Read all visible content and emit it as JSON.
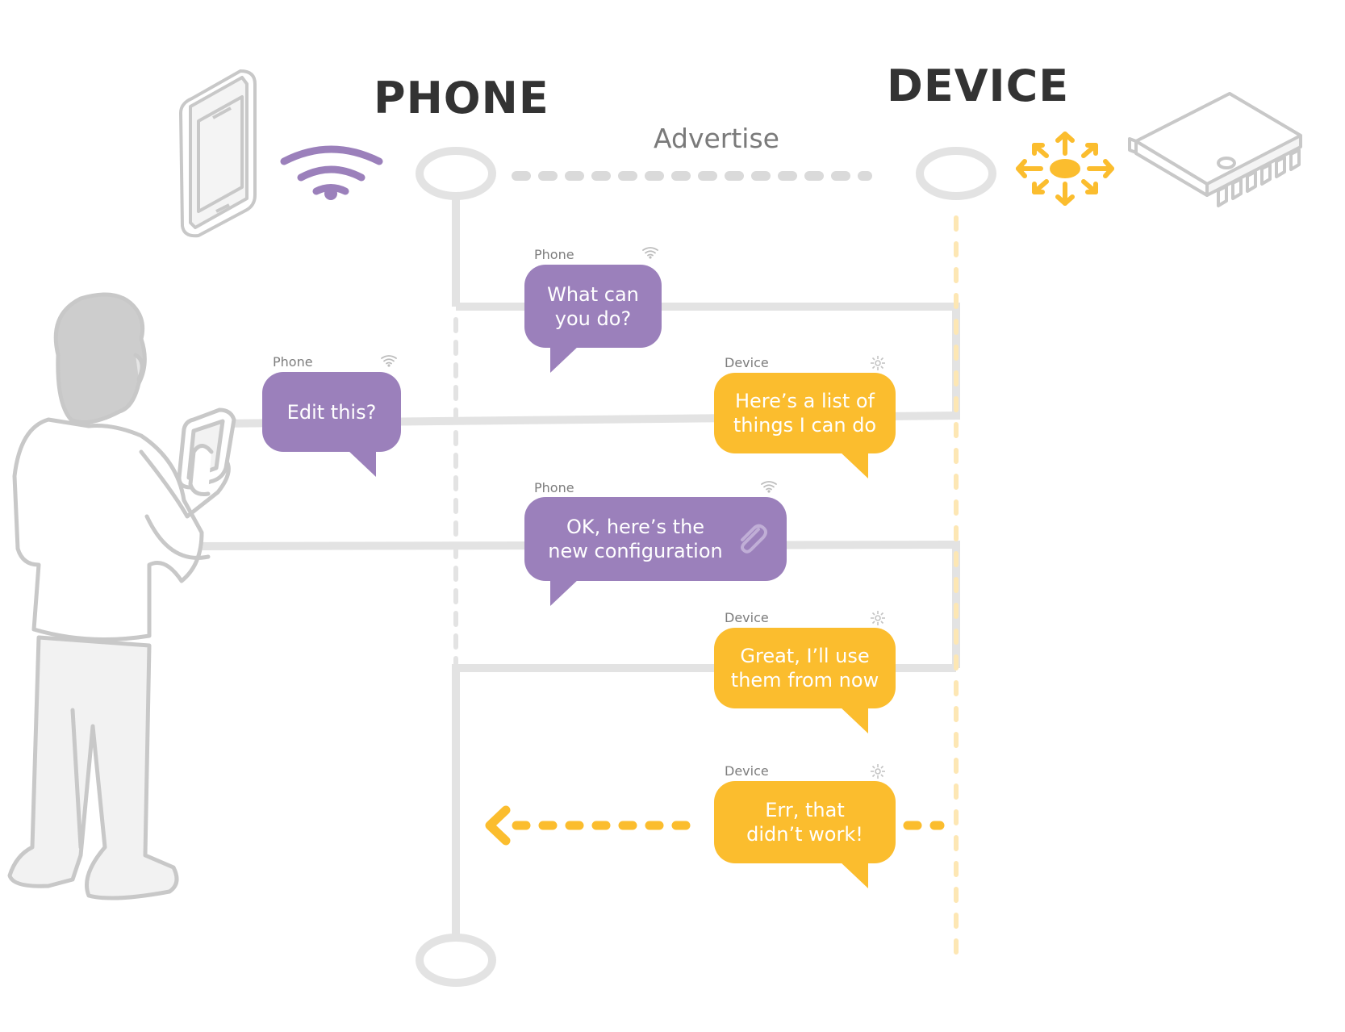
{
  "headings": {
    "phone": "PHONE",
    "device": "DEVICE"
  },
  "advertise_label": "Advertise",
  "messages": [
    {
      "sender": "Phone",
      "text": "What can\nyou do?",
      "icon": "wifi-icon"
    },
    {
      "sender": "Phone",
      "text": "Edit this?",
      "icon": "wifi-icon"
    },
    {
      "sender": "Device",
      "text": "Here’s a list of\nthings I can do",
      "icon": "chip-icon"
    },
    {
      "sender": "Phone",
      "text": "OK, here’s the\nnew configuration",
      "icon": "wifi-icon",
      "attachment": "paperclip-icon"
    },
    {
      "sender": "Device",
      "text": "Great, I’ll use\nthem from now",
      "icon": "chip-icon"
    },
    {
      "sender": "Device",
      "text": "Err, that\ndidn’t work!",
      "icon": "chip-icon"
    }
  ],
  "colors": {
    "phone": "#9b80bb",
    "device": "#fbbd2e",
    "line": "#e3e3e3",
    "heading": "#333333",
    "figure_outline": "#c8c8c8",
    "figure_fill": "#f2f2f2"
  },
  "illustrations": [
    "smartphone-illustration",
    "wifi-signal-icon",
    "broadcast-icon",
    "chip-illustration",
    "person-illustration"
  ]
}
